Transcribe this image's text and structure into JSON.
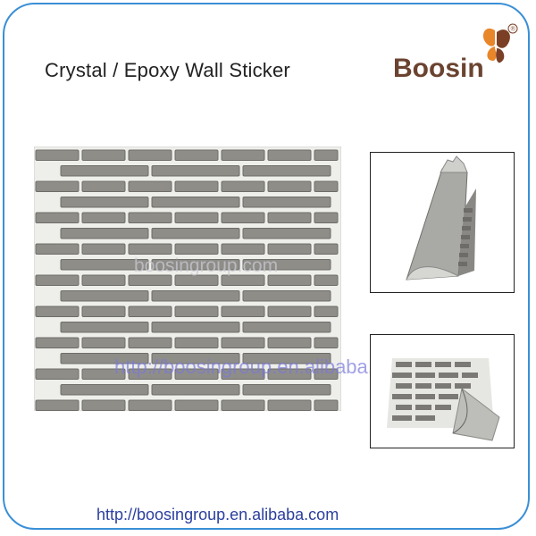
{
  "title": "Crystal / Epoxy  Wall  Sticker",
  "brand": {
    "name": "Boosin",
    "registered_mark": "®"
  },
  "watermark_mid": "boosingroup.com",
  "watermark_low": "http://boosingroup.en.alibaba.com",
  "footer_url": "http://boosingroup.en.alibaba.com",
  "colors": {
    "frame": "#3a8fd6",
    "brick": "#8f8d88",
    "brick_edge": "#6f6d69",
    "mortar": "#eeeeea",
    "brand": "#6b4330",
    "logo_orange": "#e8862a",
    "logo_brown": "#7a3f25"
  }
}
